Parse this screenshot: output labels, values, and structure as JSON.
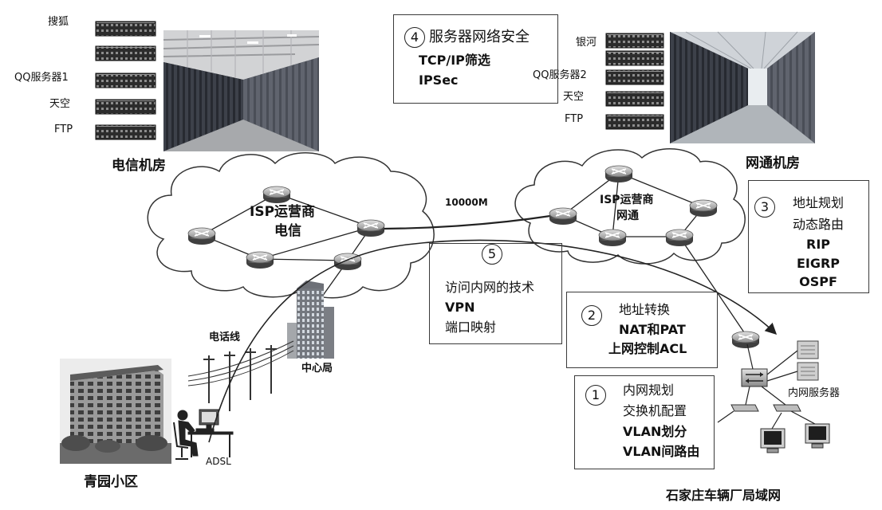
{
  "servers_left": {
    "labels": [
      "搜狐",
      "QQ服务器1",
      "天空",
      "FTP"
    ],
    "room": "电信机房"
  },
  "servers_right": {
    "labels": [
      "银河",
      "QQ服务器2",
      "天空",
      "FTP"
    ],
    "room": "网通机房"
  },
  "clouds": {
    "left": [
      "ISP运营商",
      "电信"
    ],
    "right": [
      "ISP运营商",
      "网通"
    ]
  },
  "link": {
    "bandwidth": "10000M"
  },
  "box4": {
    "number": "4",
    "lines": [
      "服务器网络安全",
      "TCP/IP筛选",
      "IPSec"
    ]
  },
  "box3": {
    "number": "3",
    "lines": [
      "地址规划",
      "动态路由",
      "RIP",
      "EIGRP",
      "OSPF"
    ]
  },
  "box5": {
    "number": "5",
    "lines": [
      "访问内网的技术",
      "VPN",
      "端口映射"
    ]
  },
  "box2": {
    "number": "2",
    "lines": [
      "地址转换",
      "NAT和PAT",
      "上网控制ACL"
    ]
  },
  "box1": {
    "number": "1",
    "lines": [
      "内网规划",
      "交换机配置",
      "VLAN划分",
      "VLAN间路由"
    ]
  },
  "central_office": "中心局",
  "phone_line": "电话线",
  "residential": "青园小区",
  "adsl": "ADSL",
  "lan": {
    "server_label": "内网服务器",
    "title": "石家庄车辆厂局域网"
  },
  "colors": {
    "line": "#222222",
    "box_border": "#3a3a3a",
    "cloud_fill": "#ffffff"
  }
}
